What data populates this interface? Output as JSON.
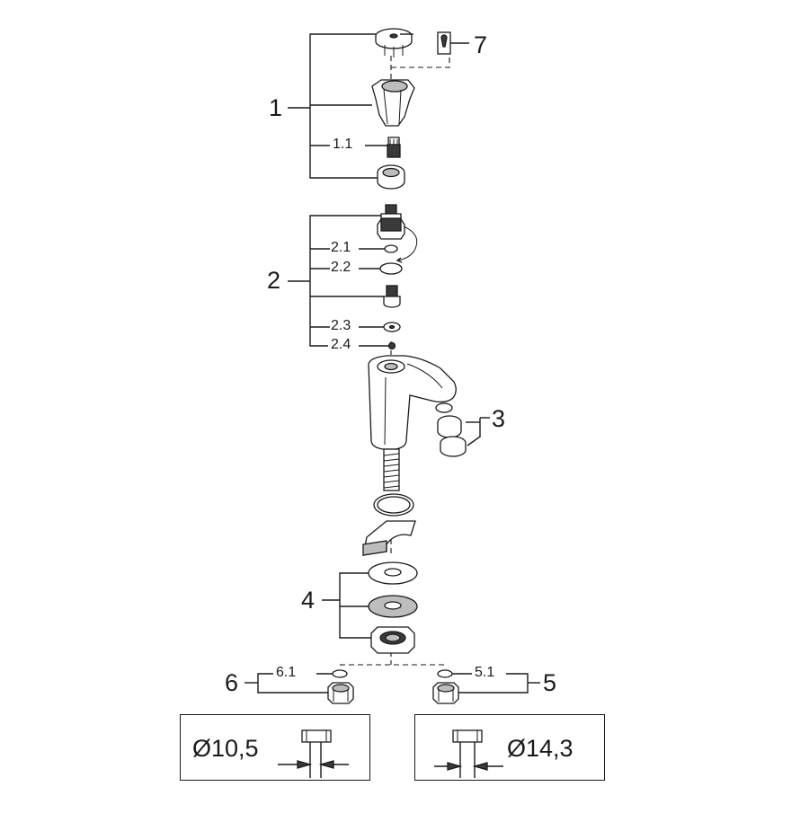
{
  "callouts": {
    "c1": "1",
    "c1_1": "1.1",
    "c2": "2",
    "c2_1": "2.1",
    "c2_2": "2.2",
    "c2_3": "2.3",
    "c2_4": "2.4",
    "c3": "3",
    "c4": "4",
    "c5": "5",
    "c5_1": "5.1",
    "c6": "6",
    "c6_1": "6.1",
    "c7": "7"
  },
  "dimensions": {
    "left": "Ø10,5",
    "right": "Ø14,3"
  }
}
